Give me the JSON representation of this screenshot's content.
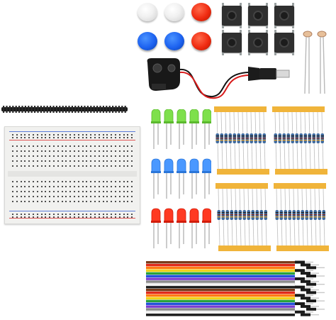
{
  "scene": {
    "description_colors": {
      "background": "#ffffff",
      "cap_white": "#f3f3f3",
      "cap_red": "#ef2a10",
      "cap_blue": "#1d62f0",
      "switch_body": "#2f2f2f",
      "tape": "#f0b43a",
      "led_green": "#7ee04b",
      "led_blue": "#4a98ff",
      "led_red": "#ff3a22"
    },
    "components": {
      "button_caps_top_row": [
        "white",
        "white",
        "red"
      ],
      "button_caps_bottom_row": [
        "blue",
        "blue",
        "red"
      ],
      "tactile_switch_count": 6,
      "led_colors_by_row": [
        "green",
        "blue",
        "red"
      ],
      "leds_per_row": 5,
      "resistor_strip_count": 4,
      "jumper_wire_colors": [
        "#7a3b1a",
        "#e12a1a",
        "#ff7a12",
        "#f2d21a",
        "#2aa33a",
        "#1d4fd8",
        "#7a3bd0",
        "#8a8a8a",
        "#f4f4f4",
        "#1a1a1a"
      ]
    }
  }
}
